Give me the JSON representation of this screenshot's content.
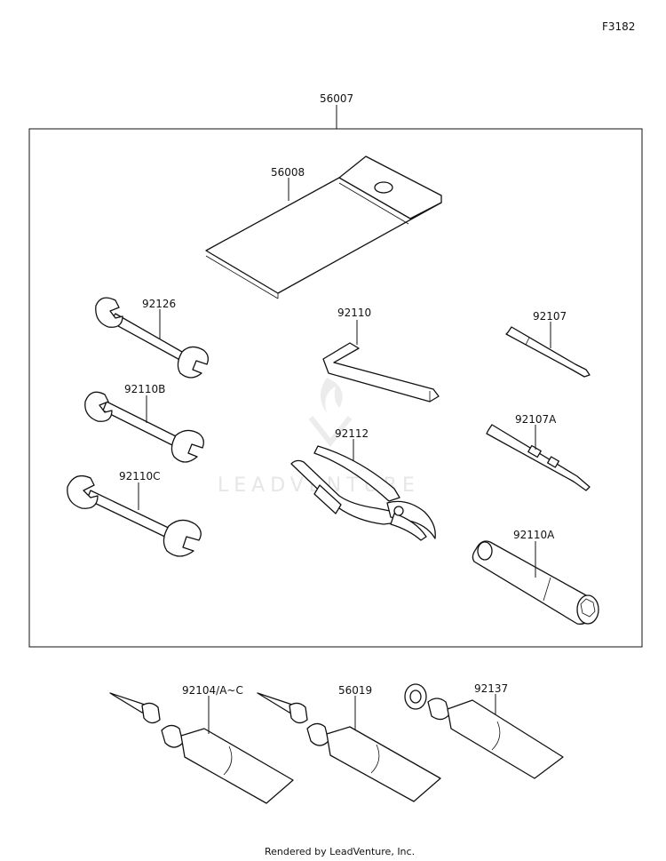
{
  "figure_code": "F3182",
  "footer": "Rendered by LeadVenture, Inc.",
  "watermark": "LEADVENTURE",
  "parts": {
    "kit": "56007",
    "tool_case": "56008",
    "wrench_a": "92126",
    "wrench_b": "92110B",
    "wrench_c": "92110C",
    "hex_wrench": "92110",
    "pliers": "92112",
    "screwdriver_grip": "92107",
    "screwdriver_shaft": "92107A",
    "box_wrench": "92110A",
    "grease_a": "92104/A~C",
    "grease_b": "56019",
    "grease_c": "92137"
  }
}
